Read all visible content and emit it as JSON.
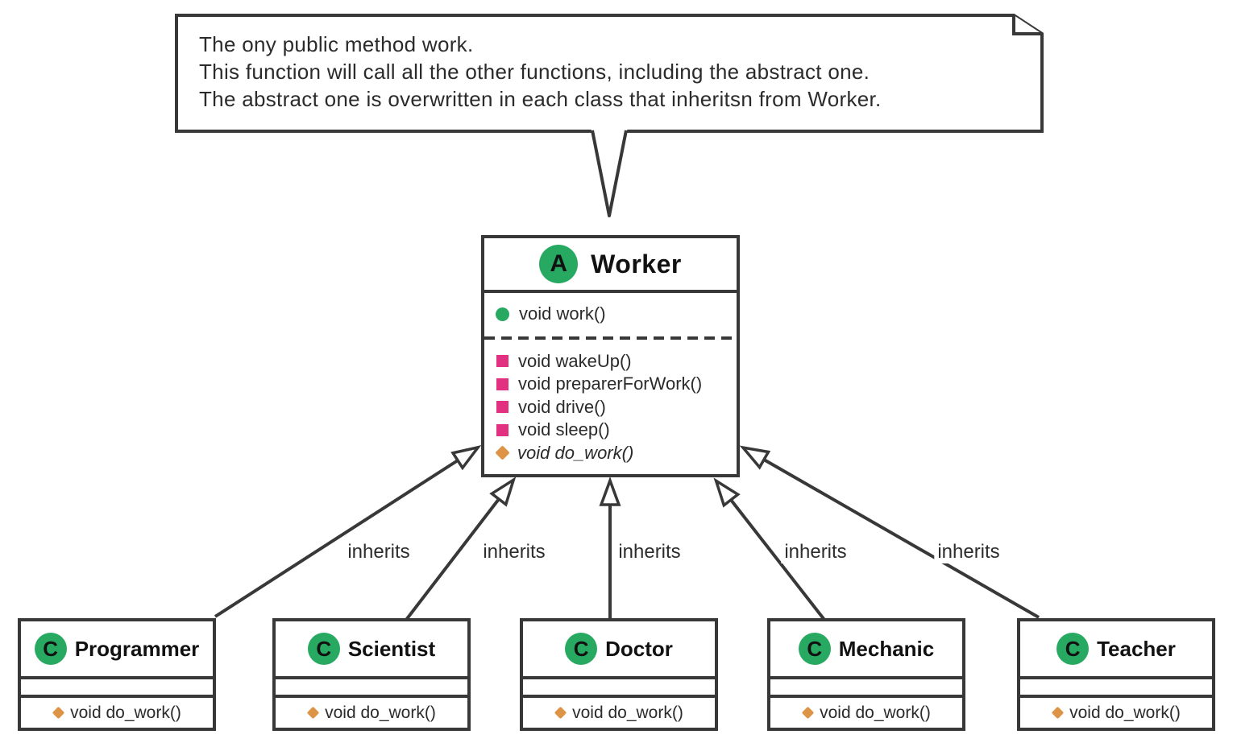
{
  "note": {
    "lines": [
      "The ony public method work.",
      "This function will call all the other functions, including the abstract one.",
      "The abstract one is overwritten in each class that inheritsn from Worker."
    ]
  },
  "worker": {
    "badge": "A",
    "badge_meaning": "abstract-class",
    "name": "Worker",
    "public_method": "void work()",
    "private_methods": [
      "void wakeUp()",
      "void preparerForWork()",
      "void drive()",
      "void sleep()"
    ],
    "abstract_method": "void do_work()"
  },
  "subclasses": [
    {
      "badge": "C",
      "name": "Programmer",
      "method": "void do_work()"
    },
    {
      "badge": "C",
      "name": "Scientist",
      "method": "void do_work()"
    },
    {
      "badge": "C",
      "name": "Doctor",
      "method": "void do_work()"
    },
    {
      "badge": "C",
      "name": "Mechanic",
      "method": "void do_work()"
    },
    {
      "badge": "C",
      "name": "Teacher",
      "method": "void do_work()"
    }
  ],
  "edges": [
    {
      "label": "inherits"
    },
    {
      "label": "inherits"
    },
    {
      "label": "inherits"
    },
    {
      "label": "inherits"
    },
    {
      "label": "inherits"
    }
  ],
  "colors": {
    "line": "#383838",
    "badge_green": "#28a962",
    "public_green": "#28a962",
    "private_pink": "#e23180",
    "abstract_orange": "#de9446",
    "text": "#2b2b2b",
    "background": "#ffffff"
  }
}
